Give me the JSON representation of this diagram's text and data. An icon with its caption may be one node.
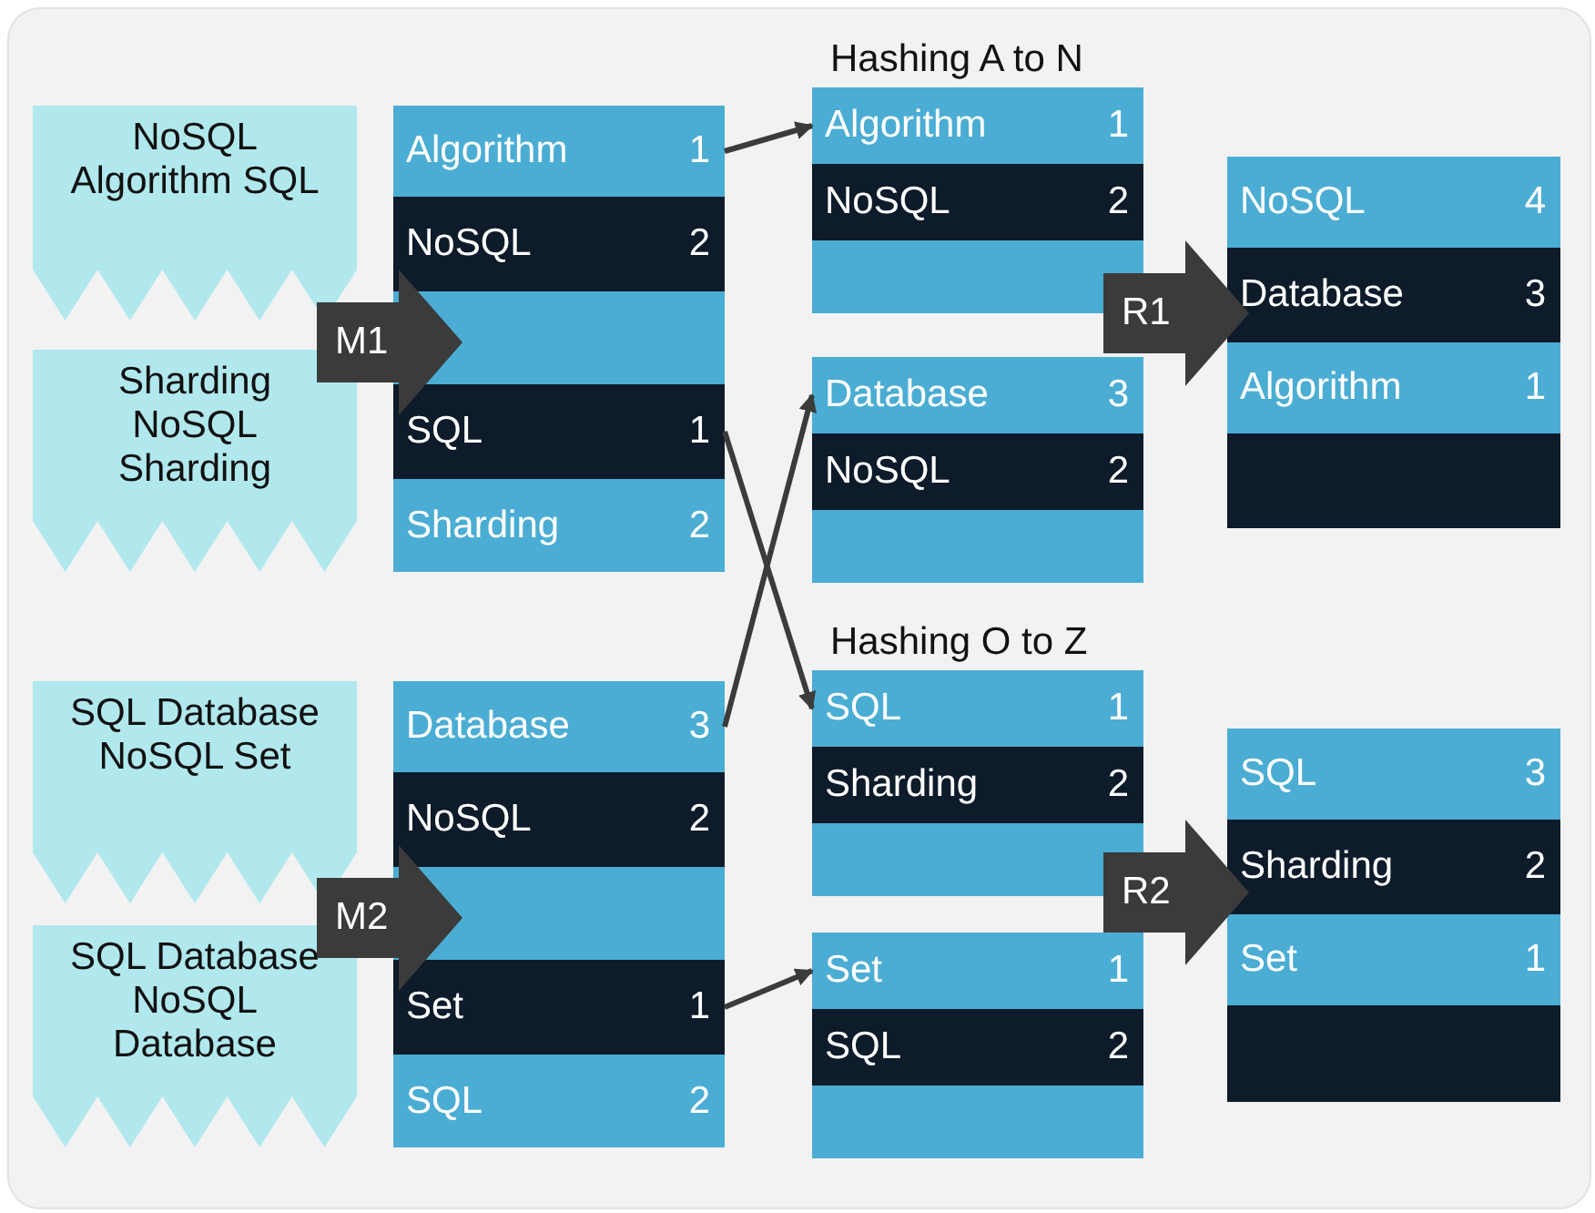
{
  "diagram": {
    "nodes": [
      {
        "text": [
          "NoSQL Algorithm SQL"
        ]
      },
      {
        "text": [
          "Sharding NoSQL Sharding"
        ]
      },
      {
        "text": [
          "SQL Database NoSQL Set"
        ]
      },
      {
        "text": [
          "SQL Database NoSQL Database"
        ]
      },
      {
        "text": [],
        "shape": "box"
      },
      {
        "text": [
          "Algorithm",
          "1"
        ],
        "in": 4
      },
      {
        "text": [
          "NoSQL",
          "2"
        ],
        "in": 4
      },
      {
        "text": [],
        "shape": "bar",
        "in": 4
      },
      {
        "text": [
          "SQL",
          "1"
        ],
        "in": 4
      },
      {
        "text": [
          "Sharding",
          "2"
        ],
        "in": 4
      },
      {
        "text": [],
        "shape": "box"
      },
      {
        "text": [
          "Database",
          "3"
        ],
        "in": 10
      },
      {
        "text": [
          "NoSQL",
          "2"
        ],
        "in": 10
      },
      {
        "text": [],
        "shape": "bar",
        "in": 10
      },
      {
        "text": [
          "Set",
          "1"
        ],
        "in": 10
      },
      {
        "text": [
          "SQL",
          "2"
        ],
        "in": 10
      },
      {
        "text": [
          "Hashing A to N"
        ]
      },
      {
        "text": [
          "Algorithm",
          "1"
        ],
        "in": 16
      },
      {
        "text": [
          "NoSQL",
          "2"
        ],
        "in": 16
      },
      {
        "text": [],
        "shape": "bar",
        "in": 16
      },
      {
        "text": [],
        "shape": "box"
      },
      {
        "text": [
          "Database",
          "3"
        ],
        "in": 20
      },
      {
        "text": [
          "NoSQL",
          "2"
        ],
        "in": 20
      },
      {
        "text": [],
        "shape": "bar",
        "in": 20
      },
      {
        "text": [
          "Hashing O to Z"
        ]
      },
      {
        "text": [
          "SQL",
          "1"
        ],
        "in": 24
      },
      {
        "text": [
          "Sharding",
          "2"
        ],
        "in": 24
      },
      {
        "text": [],
        "shape": "bar",
        "in": 24
      },
      {
        "text": [],
        "shape": "box"
      },
      {
        "text": [
          "Set",
          "1"
        ],
        "in": 28
      },
      {
        "text": [
          "SQL",
          "2"
        ],
        "in": 28
      },
      {
        "text": [],
        "shape": "bar",
        "in": 28
      },
      {
        "text": [],
        "shape": "box"
      },
      {
        "text": [
          "NoSQL",
          "4"
        ],
        "in": 32
      },
      {
        "text": [
          "Database",
          "3"
        ],
        "in": 32
      },
      {
        "text": [
          "Algorithm",
          "1"
        ],
        "in": 32
      },
      {
        "text": [],
        "shape": "bar",
        "in": 32
      },
      {
        "text": [],
        "shape": "box"
      },
      {
        "text": [
          "SQL",
          "3"
        ],
        "in": 37
      },
      {
        "text": [
          "Sharding",
          "2"
        ],
        "in": 37
      },
      {
        "text": [
          "Set",
          "1"
        ],
        "in": 37
      },
      {
        "text": [],
        "shape": "bar",
        "in": 37
      }
    ],
    "edges": [
      {
        "from": 0,
        "to": 4,
        "arrow": "to",
        "style": "thick",
        "label": "M1"
      },
      {
        "from": 1,
        "to": 4,
        "arrow": "to",
        "style": "thick"
      },
      {
        "from": 2,
        "to": 10,
        "arrow": "to",
        "style": "thick",
        "label": "M2"
      },
      {
        "from": 3,
        "to": 10,
        "arrow": "to",
        "style": "thick"
      },
      {
        "from": 5,
        "to": 17,
        "arrow": "to"
      },
      {
        "from": 11,
        "to": 21,
        "arrow": "to"
      },
      {
        "from": 8,
        "to": 25,
        "arrow": "to"
      },
      {
        "from": 14,
        "to": 29,
        "arrow": "to"
      },
      {
        "from": 16,
        "to": 32,
        "arrow": "to",
        "style": "thick",
        "label": "R1"
      },
      {
        "from": 20,
        "to": 32,
        "arrow": "to",
        "style": "thick"
      },
      {
        "from": 24,
        "to": 37,
        "arrow": "to",
        "style": "thick",
        "label": "R2"
      },
      {
        "from": 28,
        "to": 37,
        "arrow": "to",
        "style": "thick"
      }
    ]
  }
}
